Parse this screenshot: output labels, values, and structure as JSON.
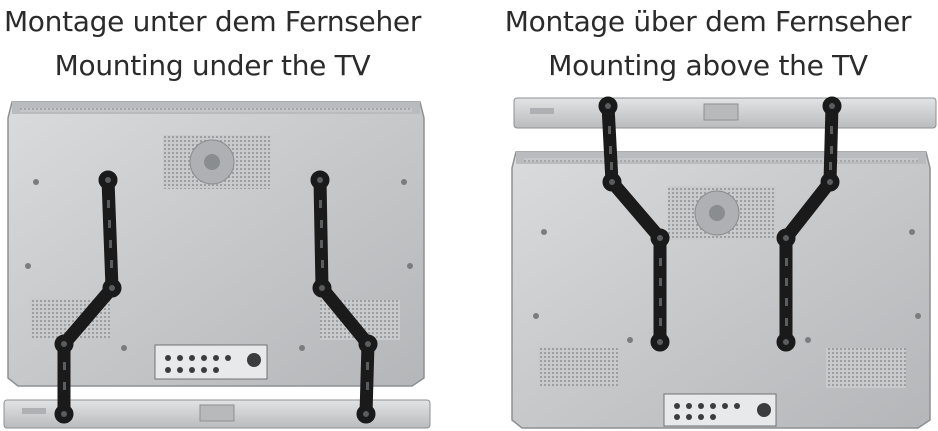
{
  "panels": [
    {
      "id": "under",
      "title_de": "Montage unter dem Fernseher",
      "title_en": "Mounting under the TV"
    },
    {
      "id": "above",
      "title_de": "Montage über dem Fernseher",
      "title_en": "Mounting above the TV"
    }
  ],
  "colors": {
    "tv_body": "#c9cbcd",
    "tv_shadow": "#9ea1a4",
    "soundbar": "#d4d6d8",
    "bracket": "#1a1a1a",
    "caption": "#2b2b2b"
  }
}
